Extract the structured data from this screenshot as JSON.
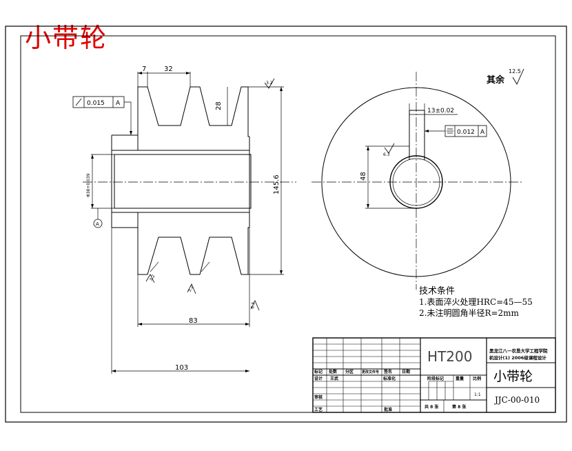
{
  "stamp": "小带轮",
  "surface_roughness_other": "其余",
  "roughness_value_main": "12.5",
  "dims": {
    "groove_top_gap": "7",
    "groove_width": "32",
    "groove_depth": "28",
    "outer_diameter": "145.6",
    "hub_length": "83",
    "total_length": "103",
    "keyway_width": "13±0.02",
    "bore_height": "48",
    "bore_diameter": "Φ38+0.039",
    "roughness_top": "3.2",
    "roughness_bore": "6.3",
    "roughness_groove1": "3.2",
    "roughness_groove2": "3.2",
    "roughness_right": "6.3"
  },
  "tolerance": {
    "runout_value": "0.015",
    "runout_datum": "A",
    "symmetry_value": "0.012",
    "symmetry_datum": "A",
    "datum_label": "A"
  },
  "tech_req": {
    "title": "技术条件",
    "line1": "1.表面淬火处理HRC=45—55",
    "line2": "2.未注明圆角半径R=2mm"
  },
  "title_block": {
    "material": "HT200",
    "school_line1": "黑龙江八一农垦大学工程学院",
    "school_line2": "机设计(1) 2006级课程设计",
    "part_name": "小带轮",
    "drawing_no": "JJC-00-010",
    "scale": "1:1",
    "row_labels": {
      "mark": "标记",
      "count": "处数",
      "zone": "分区",
      "change_no": "更改文件号",
      "signature": "签名",
      "date": "日期",
      "design": "设计",
      "wang": "王武",
      "standard": "标准化",
      "stage_mark": "阶段标记",
      "weight": "重量",
      "scale_label": "比例",
      "check": "审核",
      "process": "工艺",
      "approve": "批准",
      "total_sheets": "共 8 张",
      "sheet": "第 8 张"
    }
  }
}
